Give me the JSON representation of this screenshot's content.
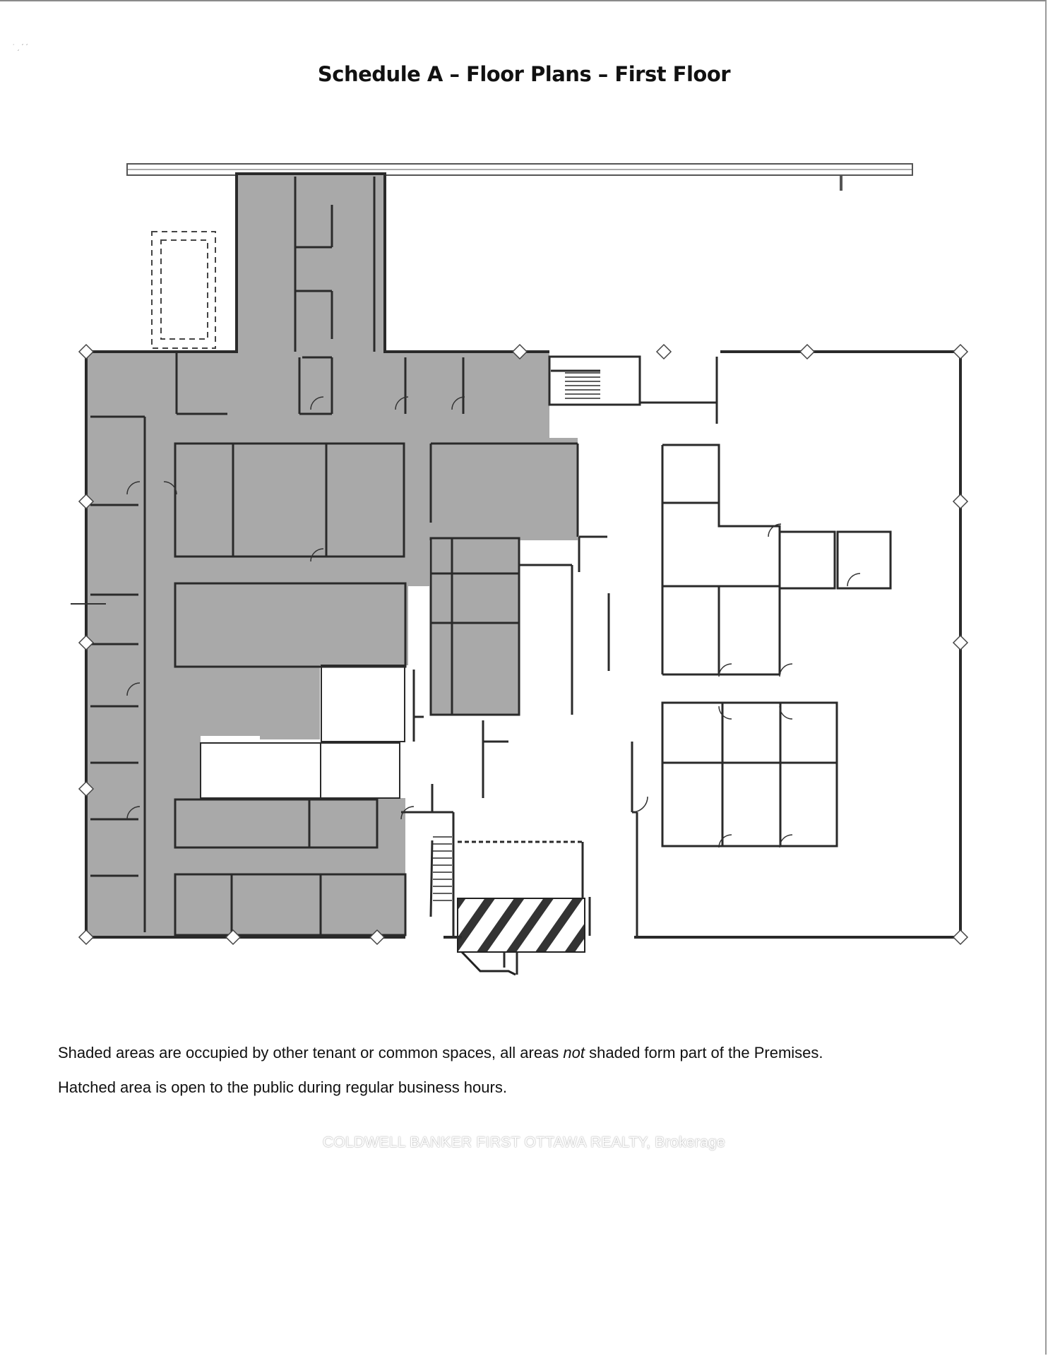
{
  "document": {
    "title": "Schedule A – Floor Plans – First Floor",
    "notes": {
      "line1_before": "Shaded areas are occupied by other tenant or common spaces, all areas ",
      "line1_emphasis": "not",
      "line1_after": " shaded form part of the Premises.",
      "line2": "Hatched area is open to the public during regular business hours."
    },
    "watermark": "COLDWELL BANKER FIRST OTTAWA REALTY, Brokerage"
  },
  "colors": {
    "shaded": "#a9a9a9",
    "wall": "#2a2a2a",
    "background": "#ffffff"
  },
  "floor_plan": {
    "legend": [
      "shaded-area",
      "hatched-area",
      "unshaded-premises"
    ]
  }
}
